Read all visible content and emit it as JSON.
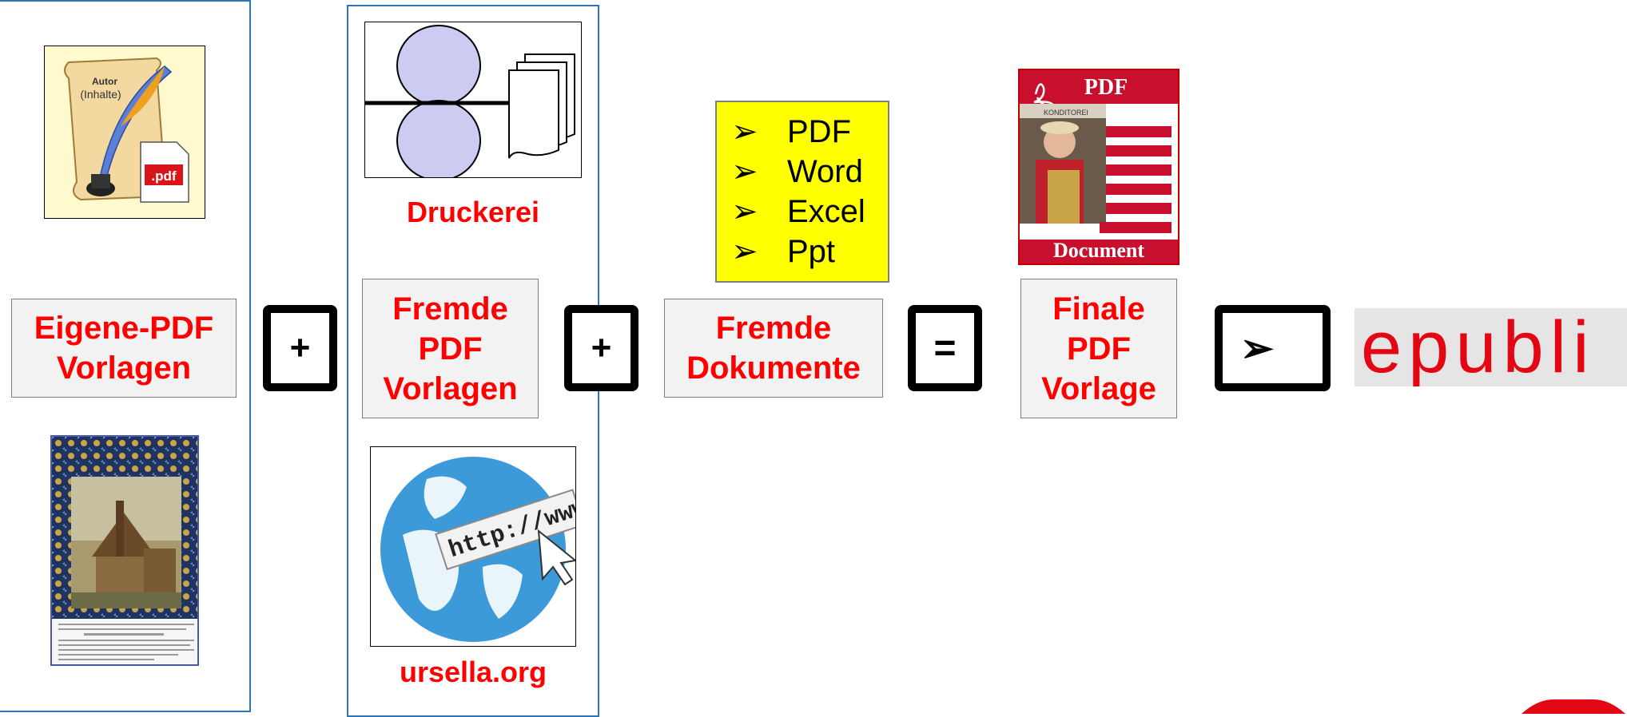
{
  "col1": {
    "label": "Eigene-PDF\nVorlagen",
    "scroll": {
      "line1": "Autor",
      "line2": "(Inhalte)",
      "pdf_tag": ".pdf"
    }
  },
  "op1": "+",
  "col2": {
    "caption_top": "Druckerei",
    "label": "Fremde\nPDF\nVorlagen",
    "globe_url": "http://www.",
    "caption_bottom": "ursella.org"
  },
  "op2": "+",
  "col3": {
    "list": [
      "PDF",
      "Word",
      "Excel",
      "Ppt"
    ],
    "label": "Fremde\nDokumente"
  },
  "op3": "=",
  "col4": {
    "doc_header": "PDF",
    "doc_footer": "Document",
    "photo_sign": "KONDITOREI",
    "label": "Finale\nPDF\nVorlage"
  },
  "op4": "➢",
  "brand": "epubli",
  "colors": {
    "accent": "#ff0000",
    "frame": "#2e75b6",
    "yellow": "#ffff00",
    "brand": "#e30613"
  }
}
